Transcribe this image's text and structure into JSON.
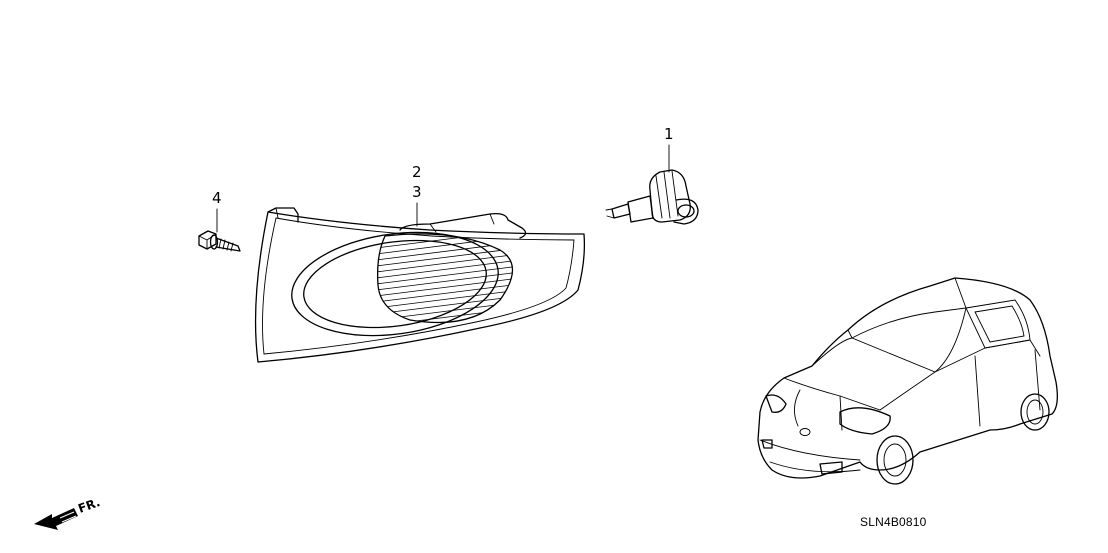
{
  "callouts": {
    "bulb": "1",
    "housing_a": "2",
    "housing_b": "3",
    "screw": "4"
  },
  "diagram_code": "SLN4B0810",
  "front_indicator": "FR.",
  "colors": {
    "line": "#000000",
    "background": "#ffffff"
  }
}
